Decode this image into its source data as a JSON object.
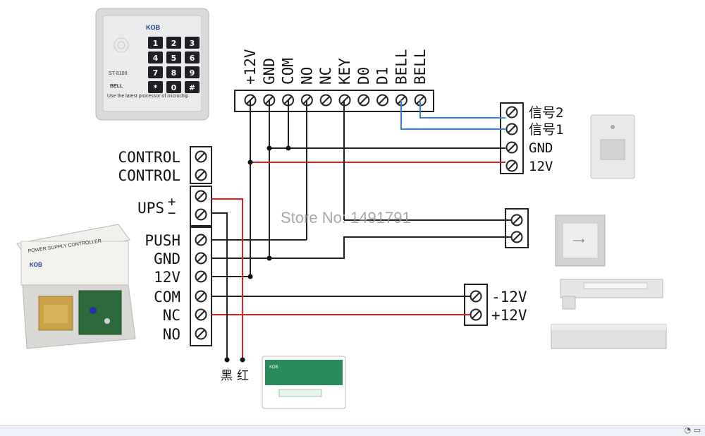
{
  "keypad": {
    "brand": "KOB",
    "keys": [
      "1",
      "2",
      "3",
      "4",
      "5",
      "6",
      "7",
      "8",
      "9",
      "*",
      "0",
      "#"
    ],
    "bell_label": "BELL",
    "model": "ST-8100",
    "footer": "Use the latest processor of microchip"
  },
  "top_terminals": [
    "+12V",
    "GND",
    "COM",
    "NO",
    "NC",
    "KEY",
    "D0",
    "D1",
    "BELL",
    "BELL"
  ],
  "bell_terminals": [
    "信号2",
    "信号1",
    "GND",
    "12V"
  ],
  "controller_terminals": {
    "control": [
      "CONTROL",
      "CONTROL"
    ],
    "ups": "UPS",
    "ups_plus": "+",
    "ups_minus": "−",
    "main": [
      "PUSH",
      "GND",
      "12V",
      "COM",
      "NC",
      "NO"
    ]
  },
  "lock_terminals": [
    "-12V",
    "+12V"
  ],
  "battery_wires": [
    "黑",
    "红"
  ],
  "watermark": "Store No: 1491791",
  "power_supply": {
    "title": "POWER SUPPLY CONTROLLER",
    "brand": "KOB"
  },
  "battery": {
    "brand": "KOB"
  },
  "colors": {
    "red_wire": "#e02020",
    "blue_wire": "#3a7fd0",
    "black_wire": "#222222"
  }
}
